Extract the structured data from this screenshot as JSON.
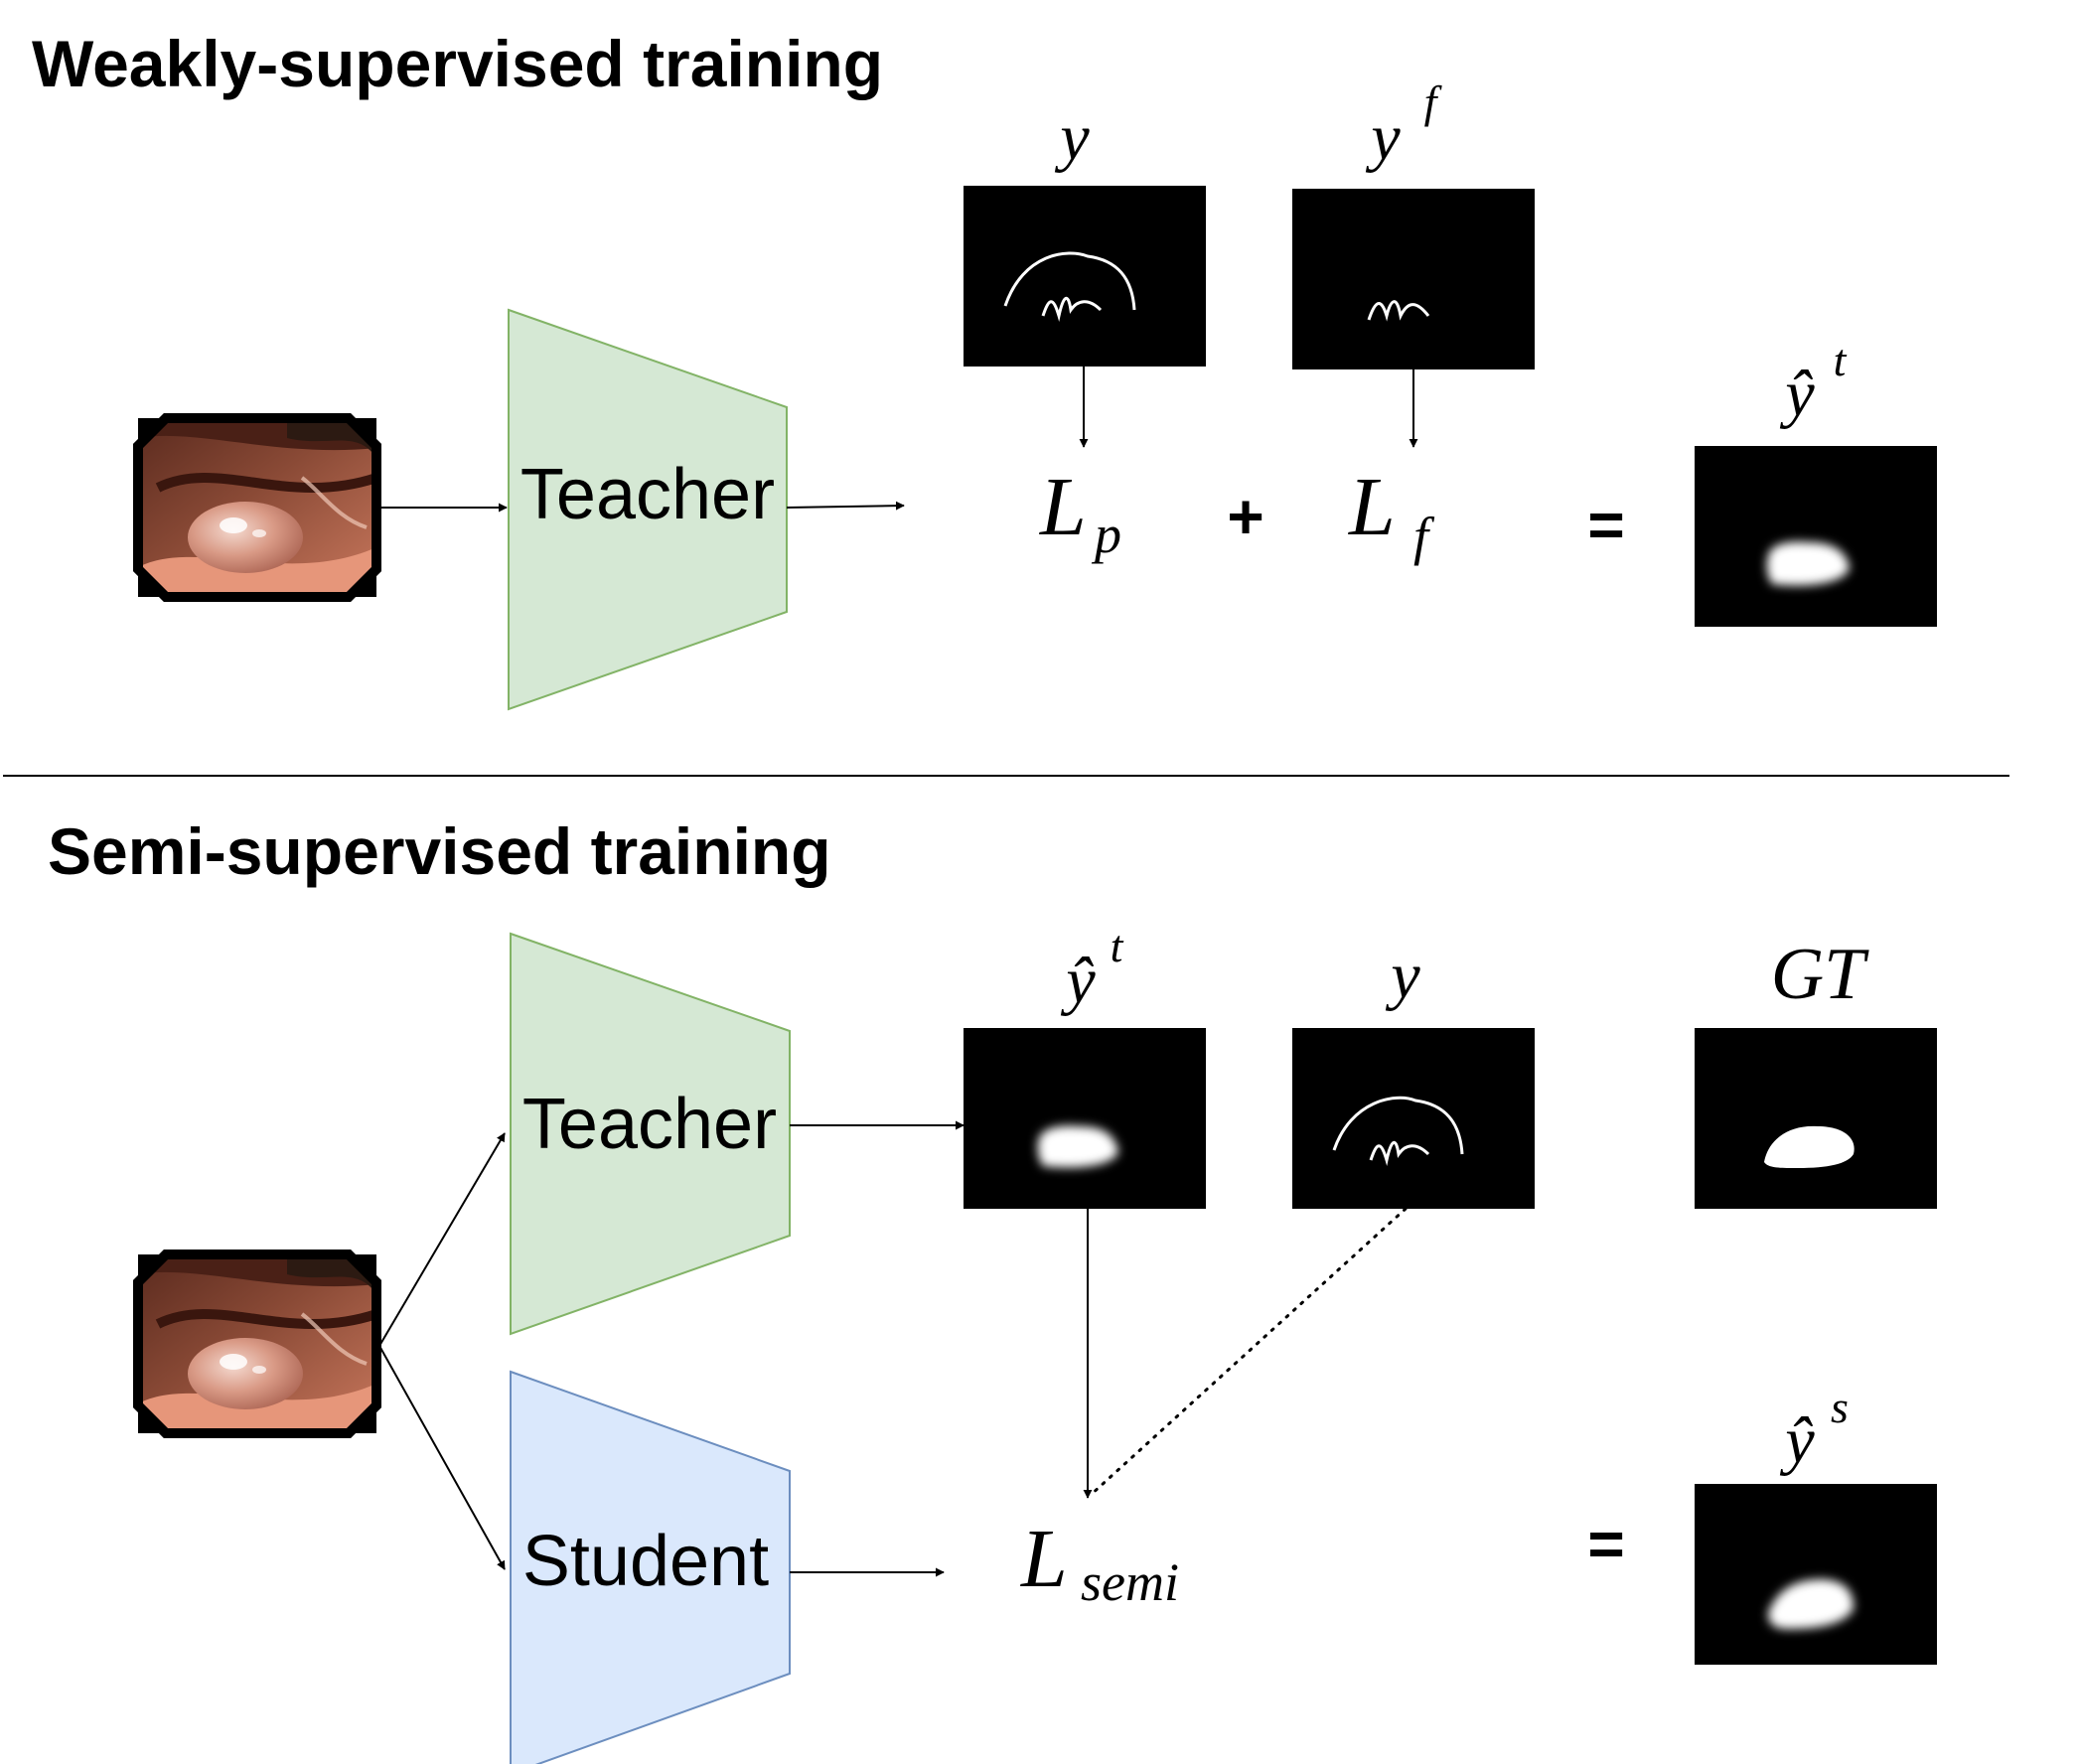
{
  "weakly": {
    "title": "Weakly-supervised training",
    "network": "Teacher",
    "label_y": "y",
    "label_yf_base": "y",
    "label_yf_sup": "f",
    "loss_p_base": "L",
    "loss_p_sub": "p",
    "plus": "+",
    "loss_f_base": "L",
    "loss_f_sub": "f",
    "equals": "=",
    "pred_base": "ŷ",
    "pred_sup": "t"
  },
  "semi": {
    "title": "Semi-supervised training",
    "teacher": "Teacher",
    "student": "Student",
    "pseudo_base": "ŷ",
    "pseudo_sup": "t",
    "label_y": "y",
    "gt": "GT",
    "loss_base": "L",
    "loss_sub": "semi",
    "equals": "=",
    "pred_base": "ŷ",
    "pred_sup": "s"
  },
  "colors": {
    "teacher_fill": "#d5e8d4",
    "teacher_stroke": "#82b366",
    "student_fill": "#dae8fc",
    "student_stroke": "#6c8ebf"
  }
}
